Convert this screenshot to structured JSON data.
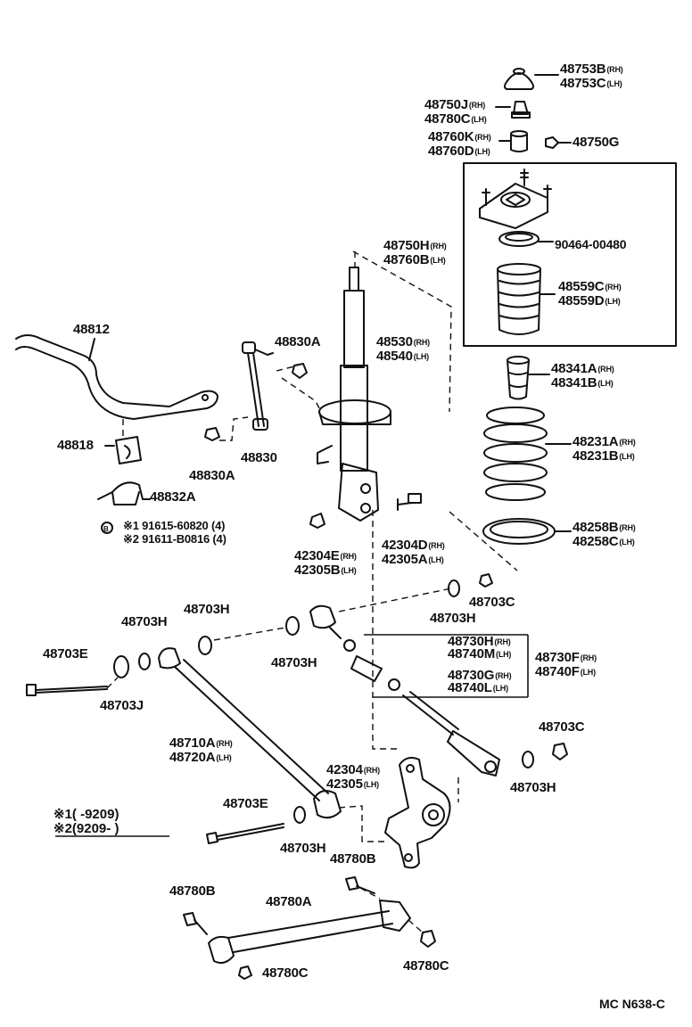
{
  "labels": {
    "p48753": {
      "num": "48753B",
      "side": "(RH)",
      "num2": "48753C",
      "side2": "(LH)"
    },
    "p48750j": {
      "num": "48750J",
      "side": "(RH)",
      "num2": "48780C",
      "side2": "(LH)"
    },
    "p48760k": {
      "num": "48760K",
      "side": "(RH)",
      "num2": "48760D",
      "side2": "(LH)"
    },
    "p48750g": {
      "num": "48750G"
    },
    "p48750h": {
      "num": "48750H",
      "side": "(RH)",
      "num2": "48760B",
      "side2": "(LH)"
    },
    "p90464": {
      "num": "90464-00480"
    },
    "p48559": {
      "num": "48559C",
      "side": "(RH)",
      "num2": "48559D",
      "side2": "(LH)"
    },
    "p48812": {
      "num": "48812"
    },
    "p48830a_top": {
      "num": "48830A"
    },
    "p48530": {
      "num": "48530",
      "side": "(RH)",
      "num2": "48540",
      "side2": "(LH)"
    },
    "p48341": {
      "num": "48341A",
      "side": "(RH)",
      "num2": "48341B",
      "side2": "(LH)"
    },
    "p48231": {
      "num": "48231A",
      "side": "(RH)",
      "num2": "48231B",
      "side2": "(LH)"
    },
    "p48818": {
      "num": "48818"
    },
    "p48830a_bot": {
      "num": "48830A"
    },
    "p48830": {
      "num": "48830"
    },
    "p48832a": {
      "num": "48832A"
    },
    "bolt_b": {
      "mark": "B",
      "line1": "※1 91615-60820 (4)",
      "line2": "※2 91611-B0816 (4)"
    },
    "p48258": {
      "num": "48258B",
      "side": "(RH)",
      "num2": "48258C",
      "side2": "(LH)"
    },
    "p42304e": {
      "num": "42304E",
      "side": "(RH)",
      "num2": "42305B",
      "side2": "(LH)"
    },
    "p42304d": {
      "num": "42304D",
      "side": "(RH)",
      "num2": "42305A",
      "side2": "(LH)"
    },
    "p48703c_top": {
      "num": "48703C"
    },
    "p48703h_a": {
      "num": "48703H"
    },
    "p48703h_b": {
      "num": "48703H"
    },
    "p48703h_c": {
      "num": "48703H"
    },
    "p48703h_d": {
      "num": "48703H"
    },
    "p48703e_top": {
      "num": "48703E"
    },
    "p48703j": {
      "num": "48703J"
    },
    "p48730h": {
      "num": "48730H",
      "side": "(RH)"
    },
    "p48740m": {
      "num": "48740M",
      "side": "(LH)"
    },
    "p48730f": {
      "num": "48730F",
      "side": "(RH)",
      "num2": "48740F",
      "side2": "(LH)"
    },
    "p48730g": {
      "num": "48730G",
      "side": "(RH)"
    },
    "p48740l": {
      "num": "48740L",
      "side": "(LH)"
    },
    "p48710a": {
      "num": "48710A",
      "side": "(RH)",
      "num2": "48720A",
      "side2": "(LH)"
    },
    "p48703c_right": {
      "num": "48703C"
    },
    "p42304": {
      "num": "42304",
      "side": "(RH)",
      "num2": "42305",
      "side2": "(LH)"
    },
    "p48703h_e": {
      "num": "48703H"
    },
    "p48703e_bot": {
      "num": "48703E"
    },
    "p48703h_f": {
      "num": "48703H"
    },
    "p48780b_top": {
      "num": "48780B"
    },
    "p48780b_left": {
      "num": "48780B"
    },
    "p48780a": {
      "num": "48780A"
    },
    "p48780c_left": {
      "num": "48780C"
    },
    "p48780c_right": {
      "num": "48780C"
    }
  },
  "legend": {
    "row1": "※1(        -9209)",
    "row2": "※2(9209-        )"
  },
  "footer": {
    "code": "MC N638-C"
  }
}
